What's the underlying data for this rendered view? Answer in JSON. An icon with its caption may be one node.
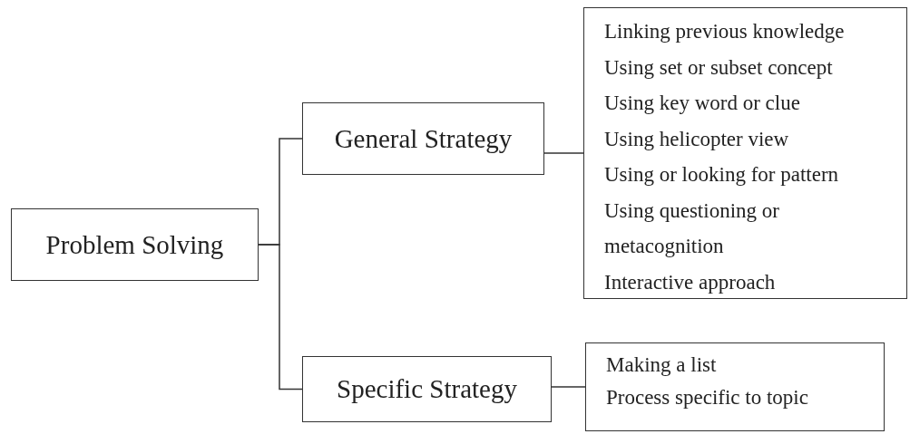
{
  "diagram": {
    "nodes": [
      {
        "text": [
          "Problem Solving"
        ]
      },
      {
        "text": [
          "General Strategy"
        ]
      },
      {
        "text": [
          "Linking previous knowledge",
          "Using set or subset concept",
          "Using key word or clue",
          "Using helicopter view",
          "Using or looking for pattern",
          "Using questioning or metacognition",
          "Interactive approach"
        ]
      },
      {
        "text": [
          "Specific Strategy"
        ]
      },
      {
        "text": [
          "Making a list",
          "Process specific to topic"
        ]
      }
    ],
    "edges": [
      {
        "from": 0,
        "to": 1,
        "arrow": "none"
      },
      {
        "from": 0,
        "to": 3,
        "arrow": "none"
      },
      {
        "from": 1,
        "to": 2,
        "arrow": "none"
      },
      {
        "from": 3,
        "to": 4,
        "arrow": "none"
      }
    ]
  }
}
